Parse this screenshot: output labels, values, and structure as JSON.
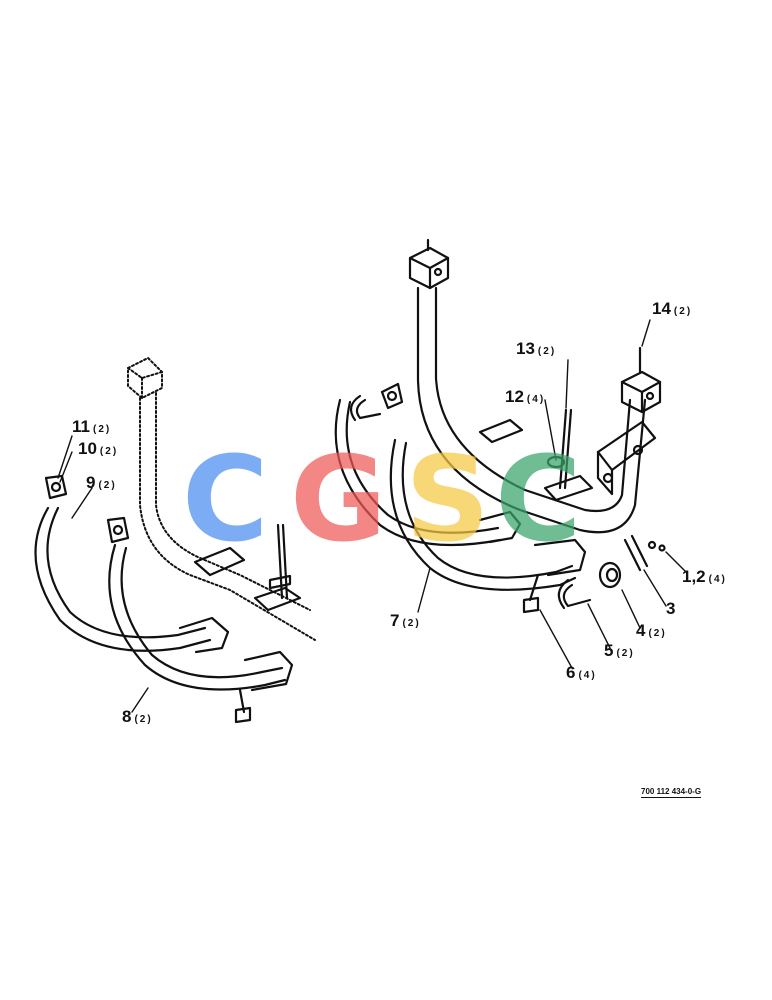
{
  "callouts": [
    {
      "id": "c11",
      "number": "11",
      "qty": "(2)"
    },
    {
      "id": "c10",
      "number": "10",
      "qty": "(2)"
    },
    {
      "id": "c9",
      "number": "9",
      "qty": "(2)"
    },
    {
      "id": "c8",
      "number": "8",
      "qty": "(2)"
    },
    {
      "id": "c13",
      "number": "13",
      "qty": "(2)"
    },
    {
      "id": "c12",
      "number": "12",
      "qty": "(4)"
    },
    {
      "id": "c14",
      "number": "14",
      "qty": "(2)"
    },
    {
      "id": "c7",
      "number": "7",
      "qty": "(2)"
    },
    {
      "id": "c6",
      "number": "6",
      "qty": "(4)"
    },
    {
      "id": "c5",
      "number": "5",
      "qty": "(2)"
    },
    {
      "id": "c4",
      "number": "4",
      "qty": "(2)"
    },
    {
      "id": "c3",
      "number": "3",
      "qty": ""
    },
    {
      "id": "c12b",
      "number": "1,2",
      "qty": "(4)"
    }
  ],
  "drawing_number": "700 112 434-0-G",
  "watermark": {
    "letters": [
      "C",
      "G",
      "S",
      "C"
    ],
    "colors": [
      "#4a8ef0",
      "#ee5a58",
      "#f5c842",
      "#3aa56a"
    ]
  },
  "colors": {
    "line": "#111111",
    "background": "#ffffff"
  }
}
